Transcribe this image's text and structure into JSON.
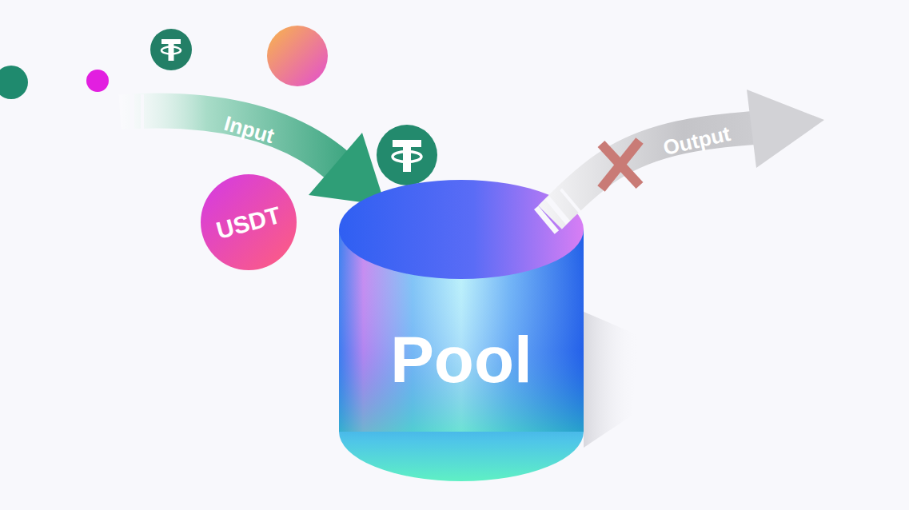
{
  "diagram": {
    "nodes": [
      {
        "text": [
          "USDT"
        ]
      },
      {
        "text": [
          "Pool"
        ]
      }
    ],
    "labels": [
      "Input",
      "Output"
    ]
  }
}
